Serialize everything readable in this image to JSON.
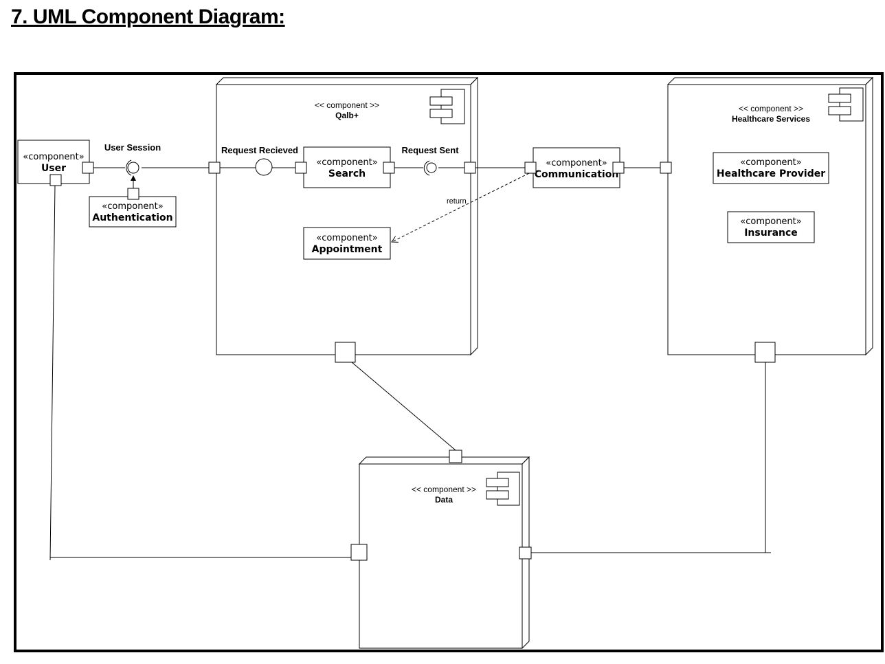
{
  "page": {
    "heading": "7. UML Component Diagram:"
  },
  "diagram": {
    "qalb": {
      "stereotype": "<< component >>",
      "name": "Qalb+"
    },
    "healthcare": {
      "stereotype": "<< component >>",
      "name": "Healthcare Services"
    },
    "data": {
      "stereotype": "<< component >>",
      "name": "Data"
    },
    "user": {
      "stereotype": "«component»",
      "name": "User"
    },
    "authentication": {
      "stereotype": "«component»",
      "name": "Authentication"
    },
    "search": {
      "stereotype": "«component»",
      "name": "Search"
    },
    "appointment": {
      "stereotype": "«component»",
      "name": "Appointment"
    },
    "communication": {
      "stereotype": "«component»",
      "name": "Communication"
    },
    "healthcare_provider": {
      "stereotype": "«component»",
      "name": "Healthcare Provider"
    },
    "insurance": {
      "stereotype": "«component»",
      "name": "Insurance"
    },
    "labels": {
      "user_session": "User Session",
      "request_received": "Request Recieved",
      "request_sent": "Request Sent",
      "return": "return"
    }
  }
}
